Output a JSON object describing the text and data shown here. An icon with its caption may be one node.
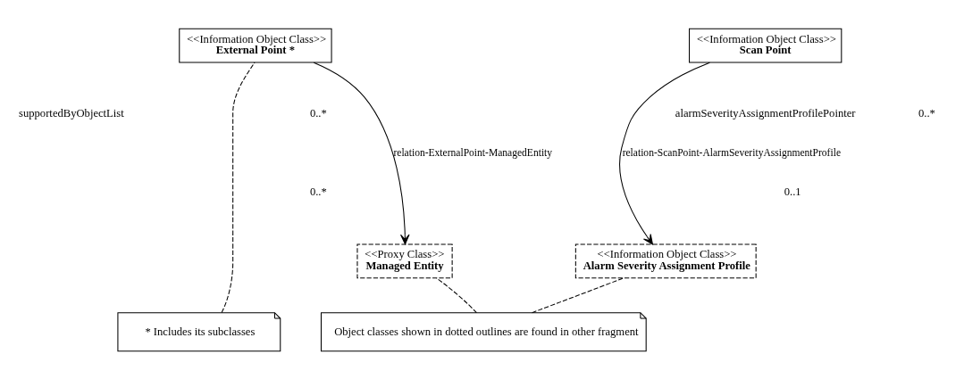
{
  "diagram": {
    "nodes": [
      {
        "text": [
          "<<Information Object Class>>",
          "External Point *"
        ]
      },
      {
        "text": [
          "<<Information Object Class>>",
          "Scan Point"
        ]
      },
      {
        "text": [
          "<<Proxy Class>>",
          "Managed Entity"
        ]
      },
      {
        "text": [
          "<<Information Object Class>>",
          "Alarm Severity Assignment Profile"
        ]
      },
      {
        "text": [
          "* Includes its subclasses"
        ]
      },
      {
        "text": [
          "Object classes shown in dotted outlines are found in other fragment"
        ]
      }
    ],
    "edges": [
      {
        "from": 0,
        "to": 2,
        "arrow": "to",
        "label": "relation-ExternalPoint-ManagedEntity"
      },
      {
        "from": 1,
        "to": 3,
        "arrow": "to",
        "label": "relation-ScanPoint-AlarmSeverityAssignmentProfile"
      },
      {
        "from": 4,
        "to": 0,
        "arrow": "none",
        "style": "dashed"
      },
      {
        "from": 5,
        "to": 2,
        "arrow": "none",
        "style": "dashed"
      },
      {
        "from": 5,
        "to": 3,
        "arrow": "none",
        "style": "dashed"
      }
    ],
    "labels": [
      "0..*",
      "supportedByObjectList",
      "0..*",
      "alarmSeverityAssignmentProfilePointer",
      "0..*",
      "0..1"
    ]
  }
}
